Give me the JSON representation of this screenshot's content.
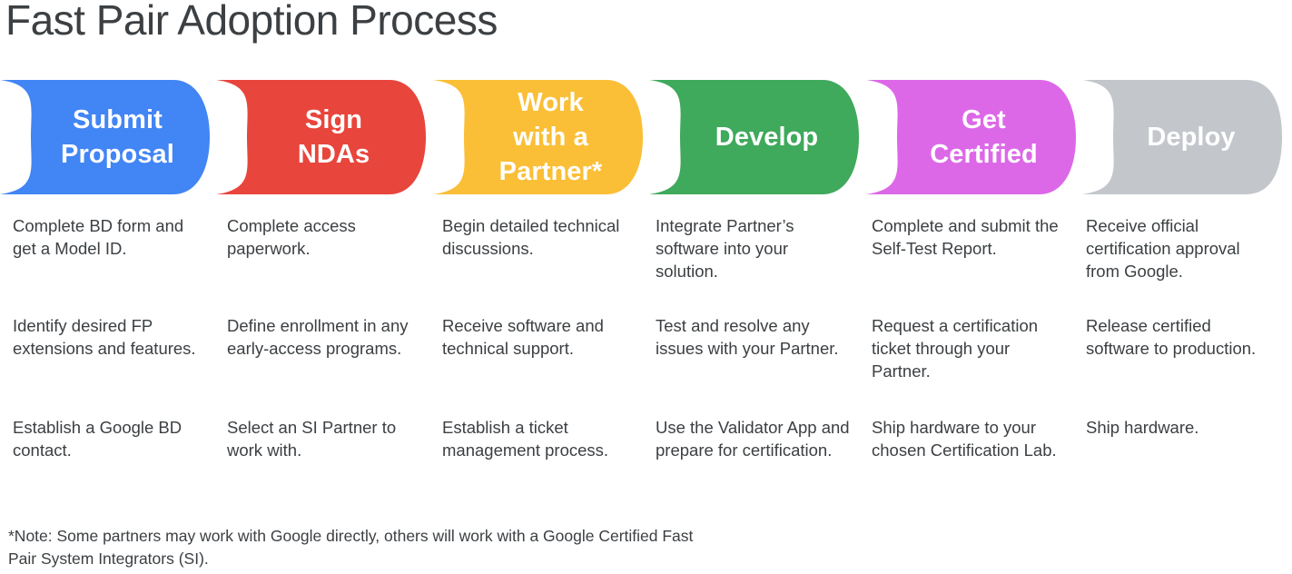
{
  "page": {
    "title": "Fast Pair Adoption Process",
    "background": "#ffffff",
    "text_color": "#3c4043"
  },
  "stages": [
    {
      "id": "submit-proposal",
      "label": "Submit\nProposal",
      "color": "#4285f4",
      "text_color": "#ffffff"
    },
    {
      "id": "sign-ndas",
      "label": "Sign\nNDAs",
      "color": "#e8453c",
      "text_color": "#ffffff"
    },
    {
      "id": "work-with-a-partner",
      "label": "Work\nwith a\nPartner*",
      "color": "#fabf37",
      "text_color": "#ffffff"
    },
    {
      "id": "develop",
      "label": "Develop",
      "color": "#3fa95c",
      "text_color": "#ffffff"
    },
    {
      "id": "get-certified",
      "label": "Get\nCertified",
      "color": "#dc68e8",
      "text_color": "#ffffff"
    },
    {
      "id": "deploy",
      "label": "Deploy",
      "color": "#c3c7cc",
      "text_color": "#ffffff"
    }
  ],
  "columns": [
    {
      "stage": "Submit Proposal",
      "bullets": [
        "Complete BD form and get a Model ID.",
        "Identify desired FP extensions and features.",
        "Establish a Google BD contact."
      ]
    },
    {
      "stage": "Sign NDAs",
      "bullets": [
        "Complete access paperwork.",
        "Define enrollment in any early-access programs.",
        "Select an SI Partner to work with."
      ]
    },
    {
      "stage": "Work with a Partner*",
      "bullets": [
        "Begin detailed technical discussions.",
        "Receive software and technical support.",
        "Establish a ticket management process."
      ]
    },
    {
      "stage": "Develop",
      "bullets": [
        "Integrate Partner’s software into your solution.",
        "Test and resolve any issues with your Partner.",
        "Use the Validator App and prepare for certification."
      ]
    },
    {
      "stage": "Get Certified",
      "bullets": [
        "Complete and submit the Self-Test Report.",
        "Request a certification ticket through your Partner.",
        "Ship hardware to your chosen Certification Lab."
      ]
    },
    {
      "stage": "Deploy",
      "bullets": [
        "Receive official certification approval from Google.",
        "Release certified software to production.",
        "Ship hardware."
      ]
    }
  ],
  "footnote": "*Note: Some partners may work with Google directly, others will work with a Google Certified Fast Pair System Integrators (SI)."
}
